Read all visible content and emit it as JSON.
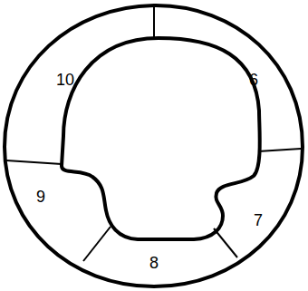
{
  "diagram": {
    "labels": [
      "10",
      "6",
      "9",
      "7",
      "8"
    ]
  }
}
